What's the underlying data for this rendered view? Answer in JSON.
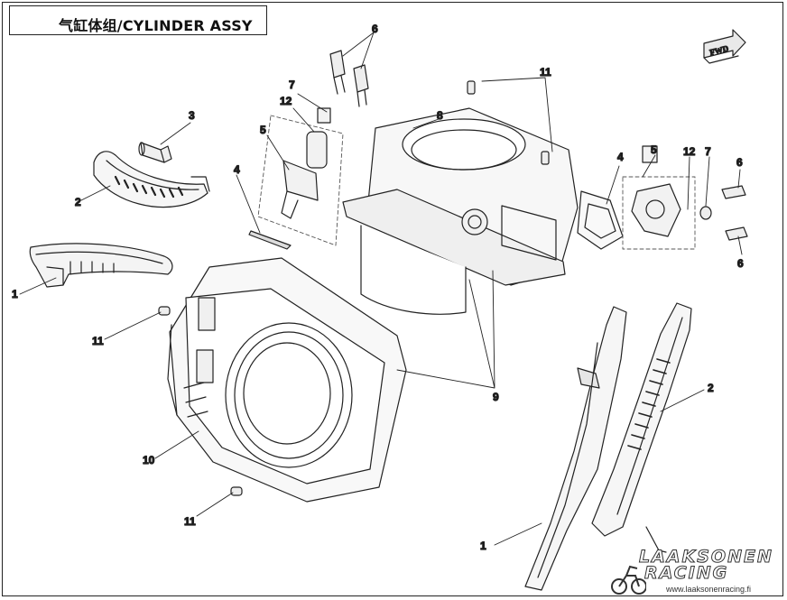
{
  "title": "气缸体组/CYLINDER ASSY",
  "fwd_label": "FWD",
  "callouts": {
    "c1_left": "1",
    "c1_bottom": "1",
    "c2_left": "2",
    "c2_right": "2",
    "c3": "3",
    "c4_left": "4",
    "c4_right": "4",
    "c5_left": "5",
    "c5_right": "5",
    "c6_top": "6",
    "c6_right_top": "6",
    "c6_right_bottom": "6",
    "c7_left": "7",
    "c7_right": "7",
    "c8": "8",
    "c9": "9",
    "c10": "10",
    "c11_top": "11",
    "c11_left": "11",
    "c11_bottom": "11",
    "c12_left": "12",
    "c12_right": "12"
  },
  "watermark": {
    "line1": "LAAKSONEN",
    "line2": "RACING",
    "url": "www.laaksonenracing.fi"
  }
}
